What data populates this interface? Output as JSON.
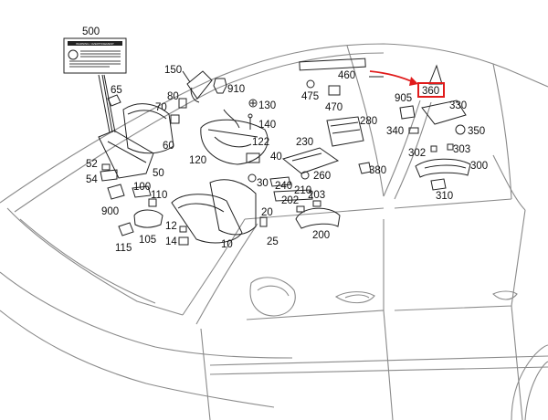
{
  "diagram": {
    "part_labels": [
      "500",
      "65",
      "150",
      "80",
      "70",
      "910",
      "130",
      "140",
      "122",
      "60",
      "120",
      "40",
      "52",
      "54",
      "50",
      "100",
      "110",
      "30",
      "900",
      "12",
      "14",
      "105",
      "115",
      "10",
      "20",
      "25",
      "460",
      "475",
      "470",
      "280",
      "230",
      "260",
      "240",
      "210",
      "202",
      "203",
      "200",
      "380",
      "905",
      "360",
      "330",
      "340",
      "350",
      "302",
      "303",
      "300",
      "310"
    ],
    "highlighted_part": "360",
    "warning_label": {
      "text_top": "WARNING / AVERTISSEMENT",
      "text_bottom": ""
    },
    "colors": {
      "outline": "#222222",
      "car_body": "#777777",
      "highlight": "#e01b1b",
      "arrow": "#e01b1b"
    }
  }
}
